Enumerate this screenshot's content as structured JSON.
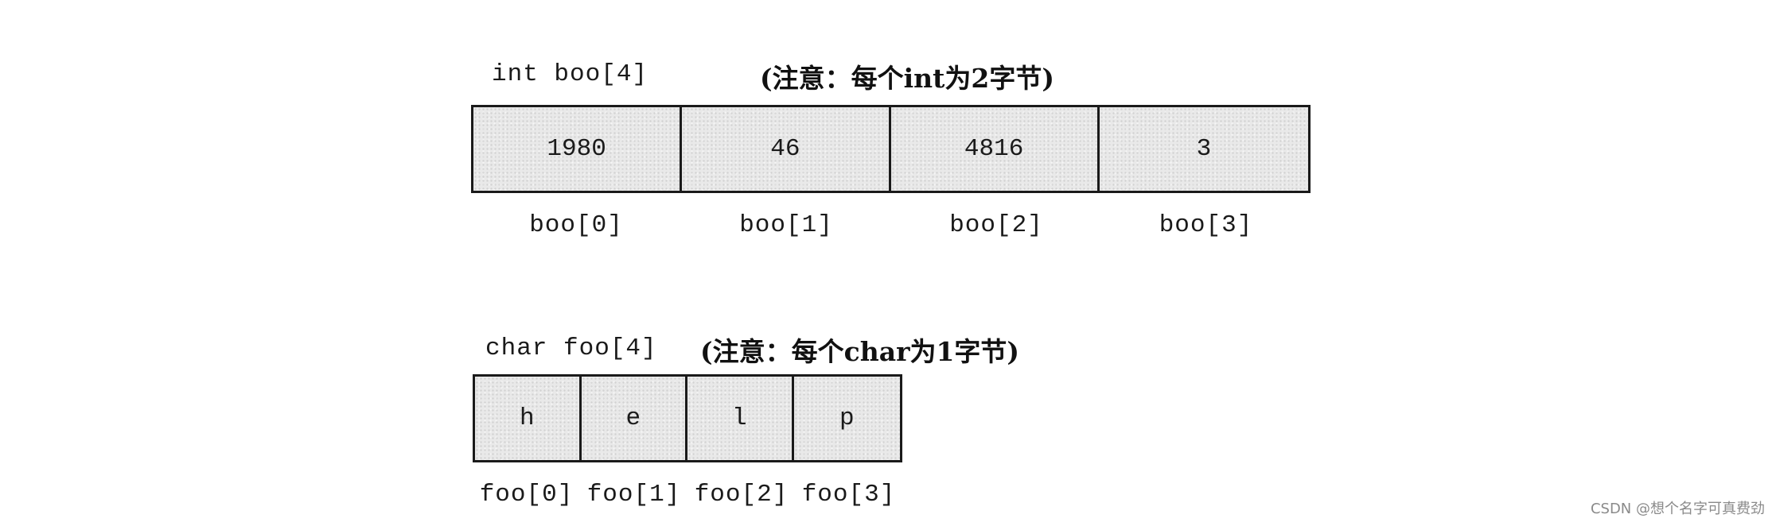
{
  "int_array": {
    "declaration": "int boo[4]",
    "note": "(注意：每个int为2字节)",
    "values": [
      "1980",
      "46",
      "4816",
      "3"
    ],
    "indices": [
      "boo[0]",
      "boo[1]",
      "boo[2]",
      "boo[3]"
    ]
  },
  "char_array": {
    "declaration": "char foo[4]",
    "note": "(注意：每个char为1字节)",
    "values": [
      "h",
      "e",
      "l",
      "p"
    ],
    "indices": [
      "foo[0]",
      "foo[1]",
      "foo[2]",
      "foo[3]"
    ]
  },
  "watermark": "CSDN @想个名字可真费劲"
}
